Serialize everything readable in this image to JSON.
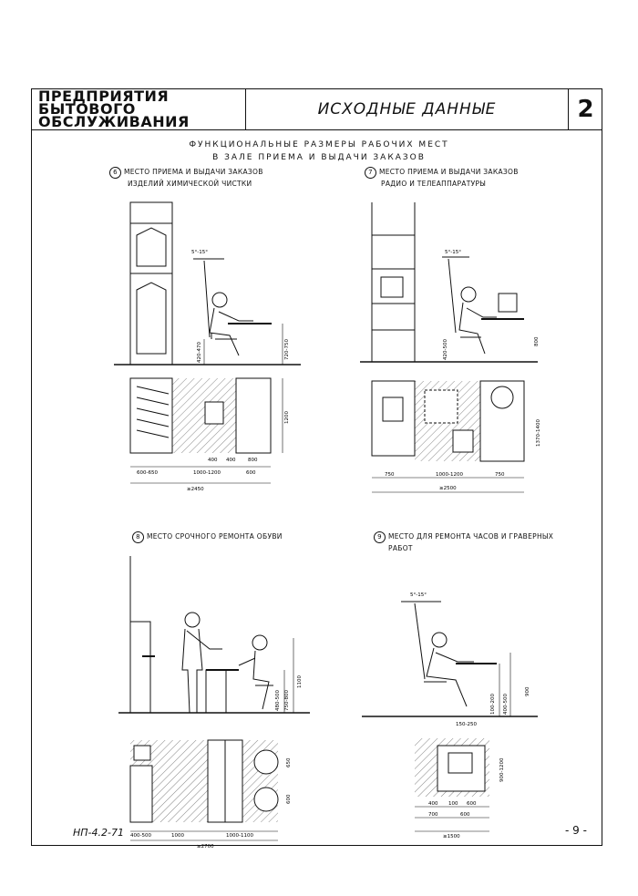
{
  "header": {
    "brand_lines": [
      "ПРЕДПРИЯТИЯ",
      "БЫТОВОГО",
      "ОБСЛУЖИВАНИЯ"
    ],
    "section_title": "ИСХОДНЫЕ ДАННЫЕ",
    "page_number": "2"
  },
  "subtitle": {
    "line1": "ФУНКЦИОНАЛЬНЫЕ РАЗМЕРЫ РАБОЧИХ МЕСТ",
    "line2": "В ЗАЛЕ ПРИЕМА И ВЫДАЧИ ЗАКАЗОВ"
  },
  "panels": [
    {
      "number": "6",
      "caption_line1": "МЕСТО ПРИЕМА И ВЫДАЧИ ЗАКАЗОВ",
      "caption_line2": "ИЗДЕЛИЙ ХИМИЧЕСКОЙ ЧИСТКИ",
      "dims": {
        "angle": "5°-15°",
        "seat": "420-470",
        "table": "720-750",
        "depth": "1200",
        "d1": "600-650",
        "d2": "1000-1200",
        "d3": "600",
        "d4": "400",
        "d5": "400",
        "d6": "800",
        "total": "≥2450"
      }
    },
    {
      "number": "7",
      "caption_line1": "МЕСТО ПРИЕМА И ВЫДАЧИ ЗАКАЗОВ",
      "caption_line2": "РАДИО И ТЕЛЕАППАРАТУРЫ",
      "dims": {
        "angle": "5°-15°",
        "seat": "420-500",
        "table": "800",
        "depth": "1370-1400",
        "d1": "750",
        "d2": "1000-1200",
        "d3": "750",
        "total": "≥2500"
      }
    },
    {
      "number": "8",
      "caption_line1": "МЕСТО СРОЧНОГО РЕМОНТА ОБУВИ",
      "caption_line2": "",
      "dims": {
        "h1": "480-500",
        "h2": "750-800",
        "h3": "1100",
        "w1": "650",
        "w2": "600",
        "d1": "400-500",
        "d2": "1000",
        "d3": "1000-1100",
        "total": "≥2700"
      }
    },
    {
      "number": "9",
      "caption_line1": "МЕСТО ДЛЯ РЕМОНТА ЧАСОВ И ГРАВЕРНЫХ",
      "caption_line2": "РАБОТ",
      "dims": {
        "angle": "5°-15°",
        "h1": "100-200",
        "h2": "400-500",
        "h3": "900",
        "foot": "150-250",
        "depth": "900-1200",
        "d1": "400",
        "d2": "100",
        "d3": "600",
        "d4": "700",
        "d5": "600",
        "total": "≥1500"
      }
    }
  ],
  "footer": {
    "code": "НП-4.2-71",
    "folio": "- 9 -"
  }
}
